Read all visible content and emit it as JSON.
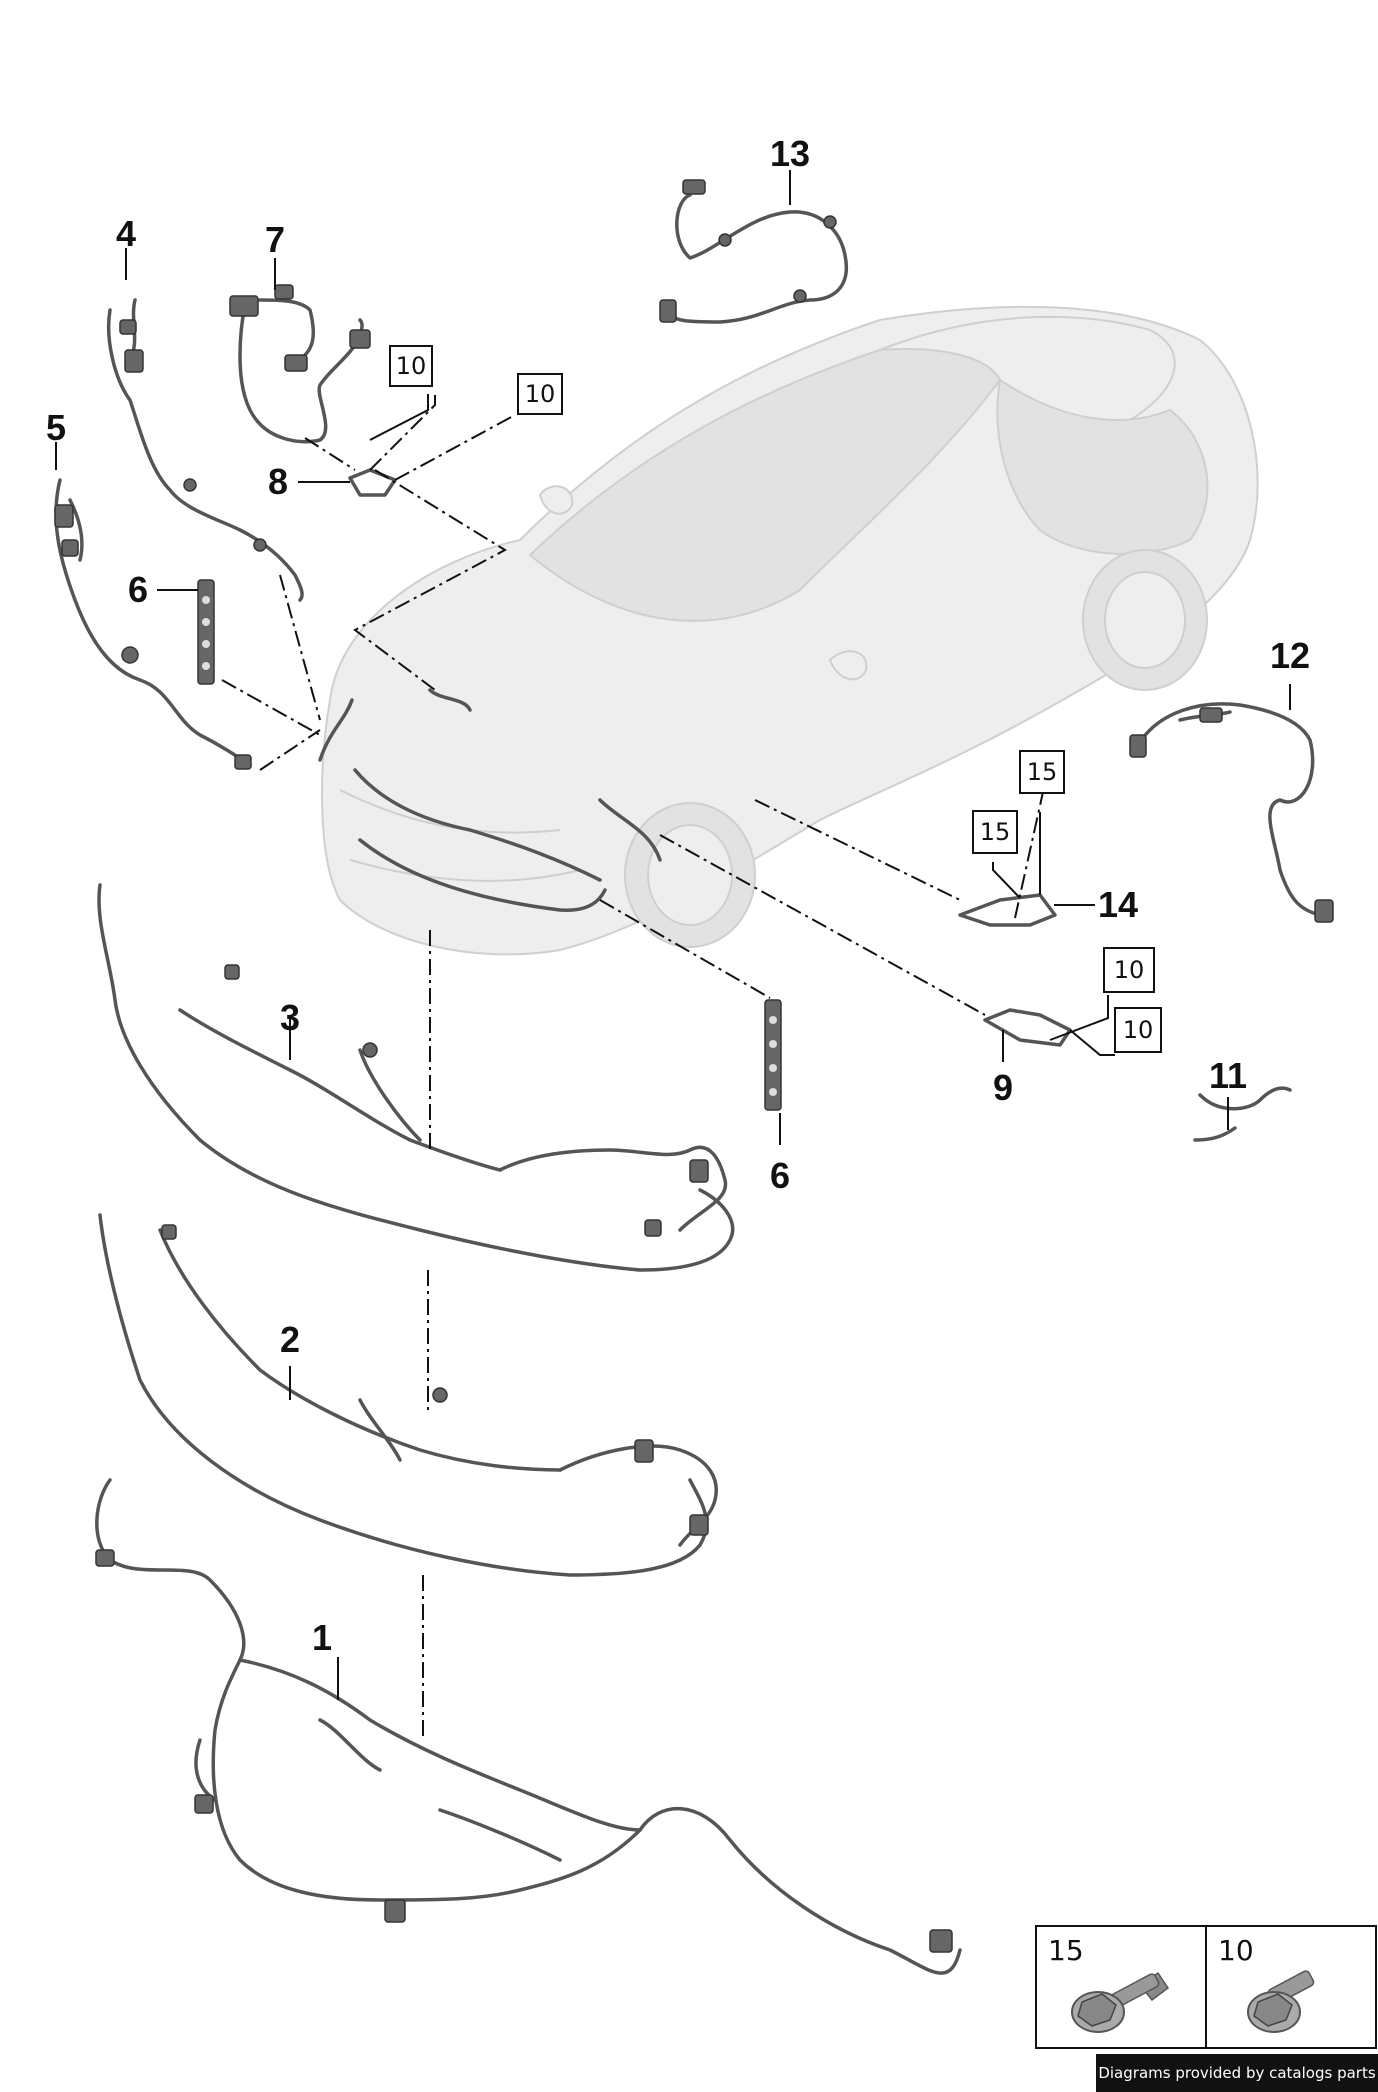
{
  "callouts": [
    {
      "id": "c1",
      "label": "1"
    },
    {
      "id": "c2",
      "label": "2"
    },
    {
      "id": "c3",
      "label": "3"
    },
    {
      "id": "c4",
      "label": "4"
    },
    {
      "id": "c5",
      "label": "5"
    },
    {
      "id": "c6a",
      "label": "6"
    },
    {
      "id": "c6b",
      "label": "6"
    },
    {
      "id": "c7",
      "label": "7"
    },
    {
      "id": "c8",
      "label": "8"
    },
    {
      "id": "c9",
      "label": "9"
    },
    {
      "id": "c11",
      "label": "11"
    },
    {
      "id": "c12",
      "label": "12"
    },
    {
      "id": "c13",
      "label": "13"
    },
    {
      "id": "c14",
      "label": "14"
    }
  ],
  "boxed_refs": [
    {
      "id": "b10a",
      "label": "10"
    },
    {
      "id": "b10b",
      "label": "10"
    },
    {
      "id": "b15a",
      "label": "15"
    },
    {
      "id": "b15b",
      "label": "15"
    },
    {
      "id": "b10c",
      "label": "10"
    },
    {
      "id": "b10d",
      "label": "10"
    }
  ],
  "legend": [
    {
      "label": "15",
      "icon": "bolt-flange-long-icon"
    },
    {
      "label": "10",
      "icon": "bolt-flange-short-icon"
    }
  ],
  "footer": {
    "text": "Diagrams provided by catalogs parts"
  }
}
